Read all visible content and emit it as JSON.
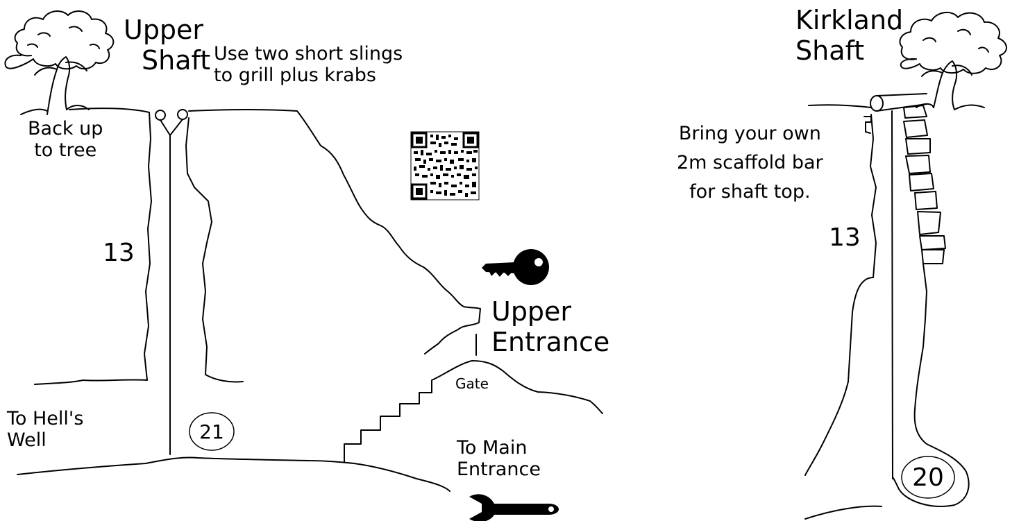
{
  "labels": {
    "upper_shaft": [
      "Upper",
      "Shaft"
    ],
    "sling_note": [
      "Use two short slings",
      "to grill plus krabs"
    ],
    "back_up": [
      "Back up",
      "to tree"
    ],
    "pitch_left": "13",
    "hells_well": [
      "To Hell's",
      "Well"
    ],
    "depth_left": "21",
    "upper_entrance": [
      "Upper",
      "Entrance"
    ],
    "gate": "Gate",
    "main_entrance": [
      "To Main",
      "Entrance"
    ],
    "kirkland": [
      "Kirkland",
      "Shaft"
    ],
    "scaffold_note": [
      "Bring your own",
      "2m scaffold bar",
      "for shaft top."
    ],
    "pitch_right": "13",
    "depth_right": "20"
  },
  "icons": [
    "tree-icon",
    "tree-icon",
    "qr-code-icon",
    "key-icon",
    "wrench-icon"
  ],
  "colors": {
    "line": "#000000",
    "background": "#ffffff"
  }
}
